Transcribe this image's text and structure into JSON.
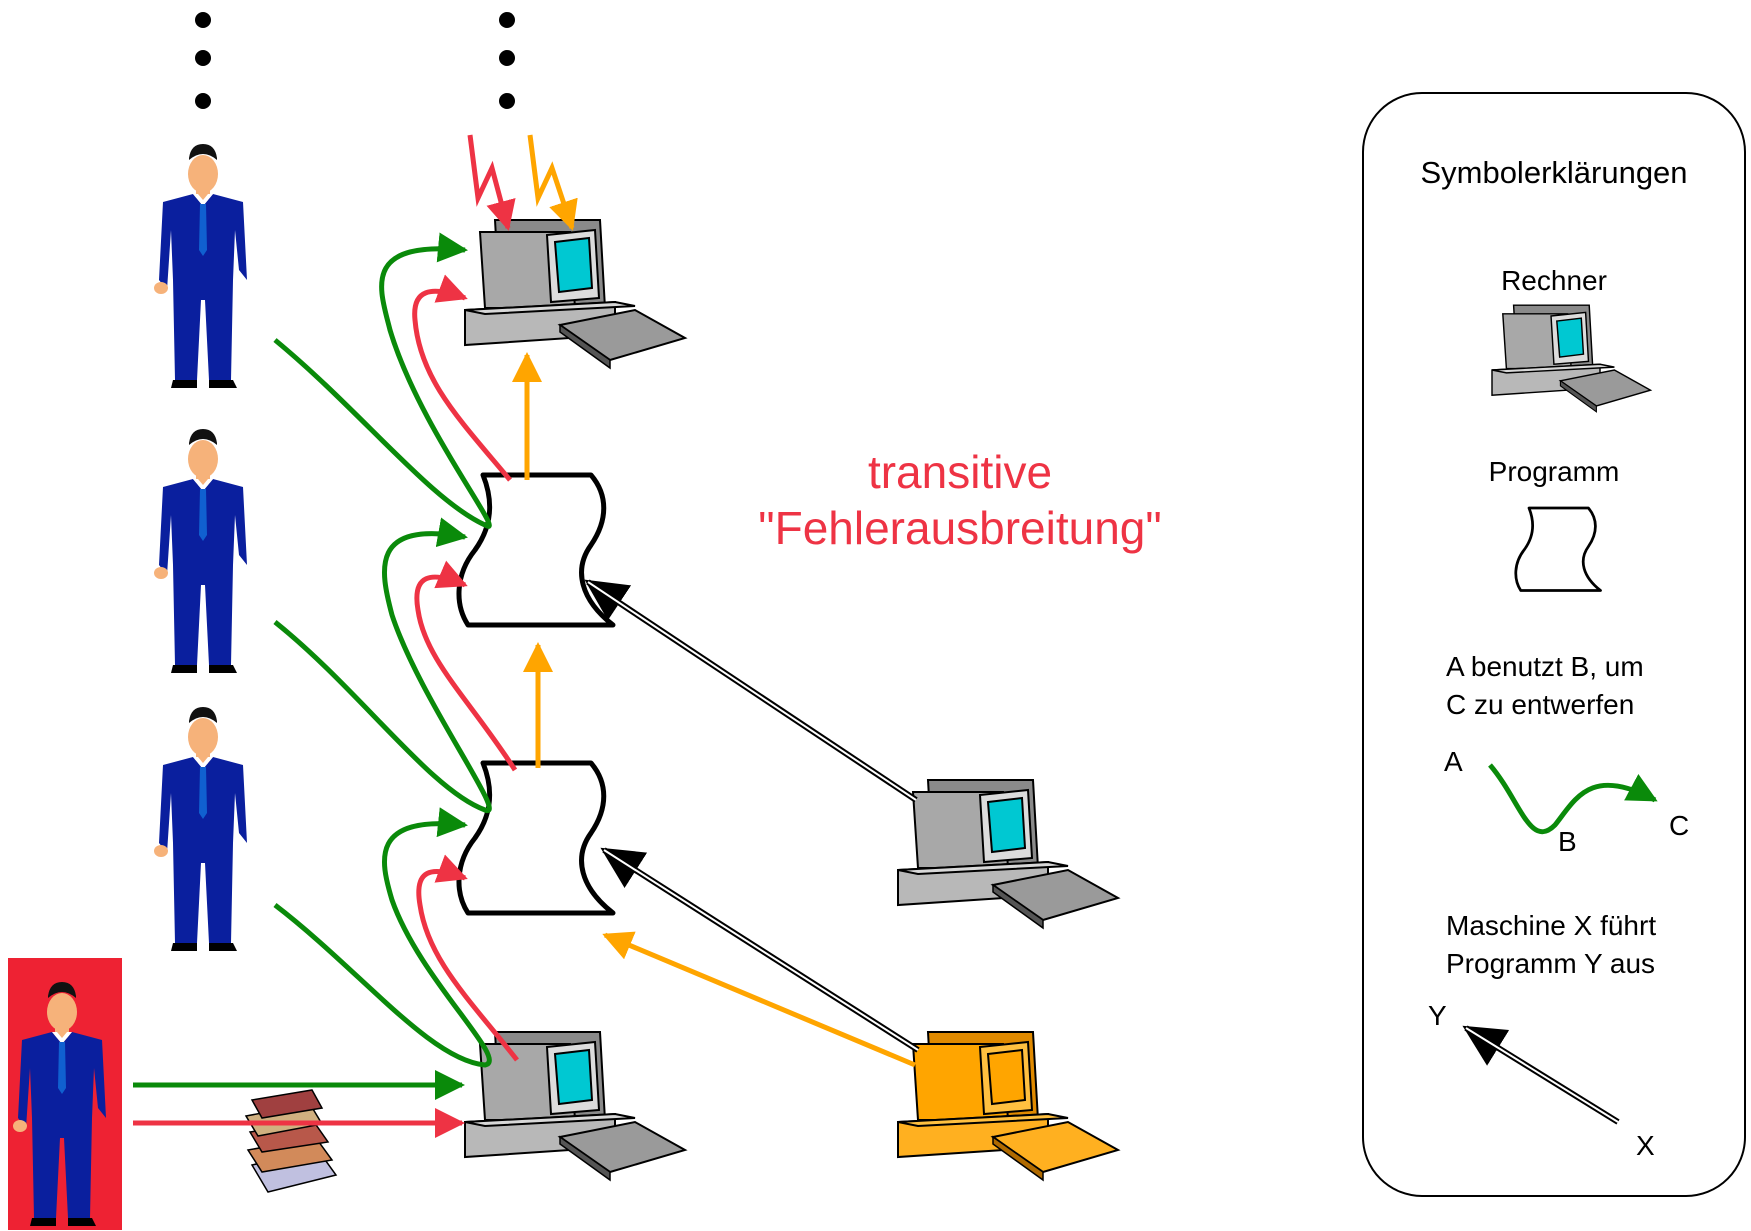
{
  "diagram": {
    "title_line1": "transitive",
    "title_line2": "\"Fehlerausbreitung\""
  },
  "legend": {
    "title": "Symbolerklärungen",
    "items": [
      {
        "label": "Rechner",
        "icon": "computer-icon"
      },
      {
        "label": "Programm",
        "icon": "program-scroll-icon"
      },
      {
        "label": "A benutzt B, um\nC zu entwerfen",
        "icon": "uses-arrow-icon",
        "letters": [
          "A",
          "B",
          "C"
        ]
      },
      {
        "label": "Maschine X führt\nProgramm Y aus",
        "icon": "executes-arrow-icon",
        "letters": [
          "Y",
          "X"
        ]
      }
    ]
  },
  "colors": {
    "uses": "#0a8a0a",
    "error": "#ee3344",
    "fault": "#ffa500",
    "person_suit": "#0a1f9e",
    "highlight": "#ee2233",
    "computer_screen": "#00c8d2",
    "faulty_computer": "#ffa500"
  }
}
